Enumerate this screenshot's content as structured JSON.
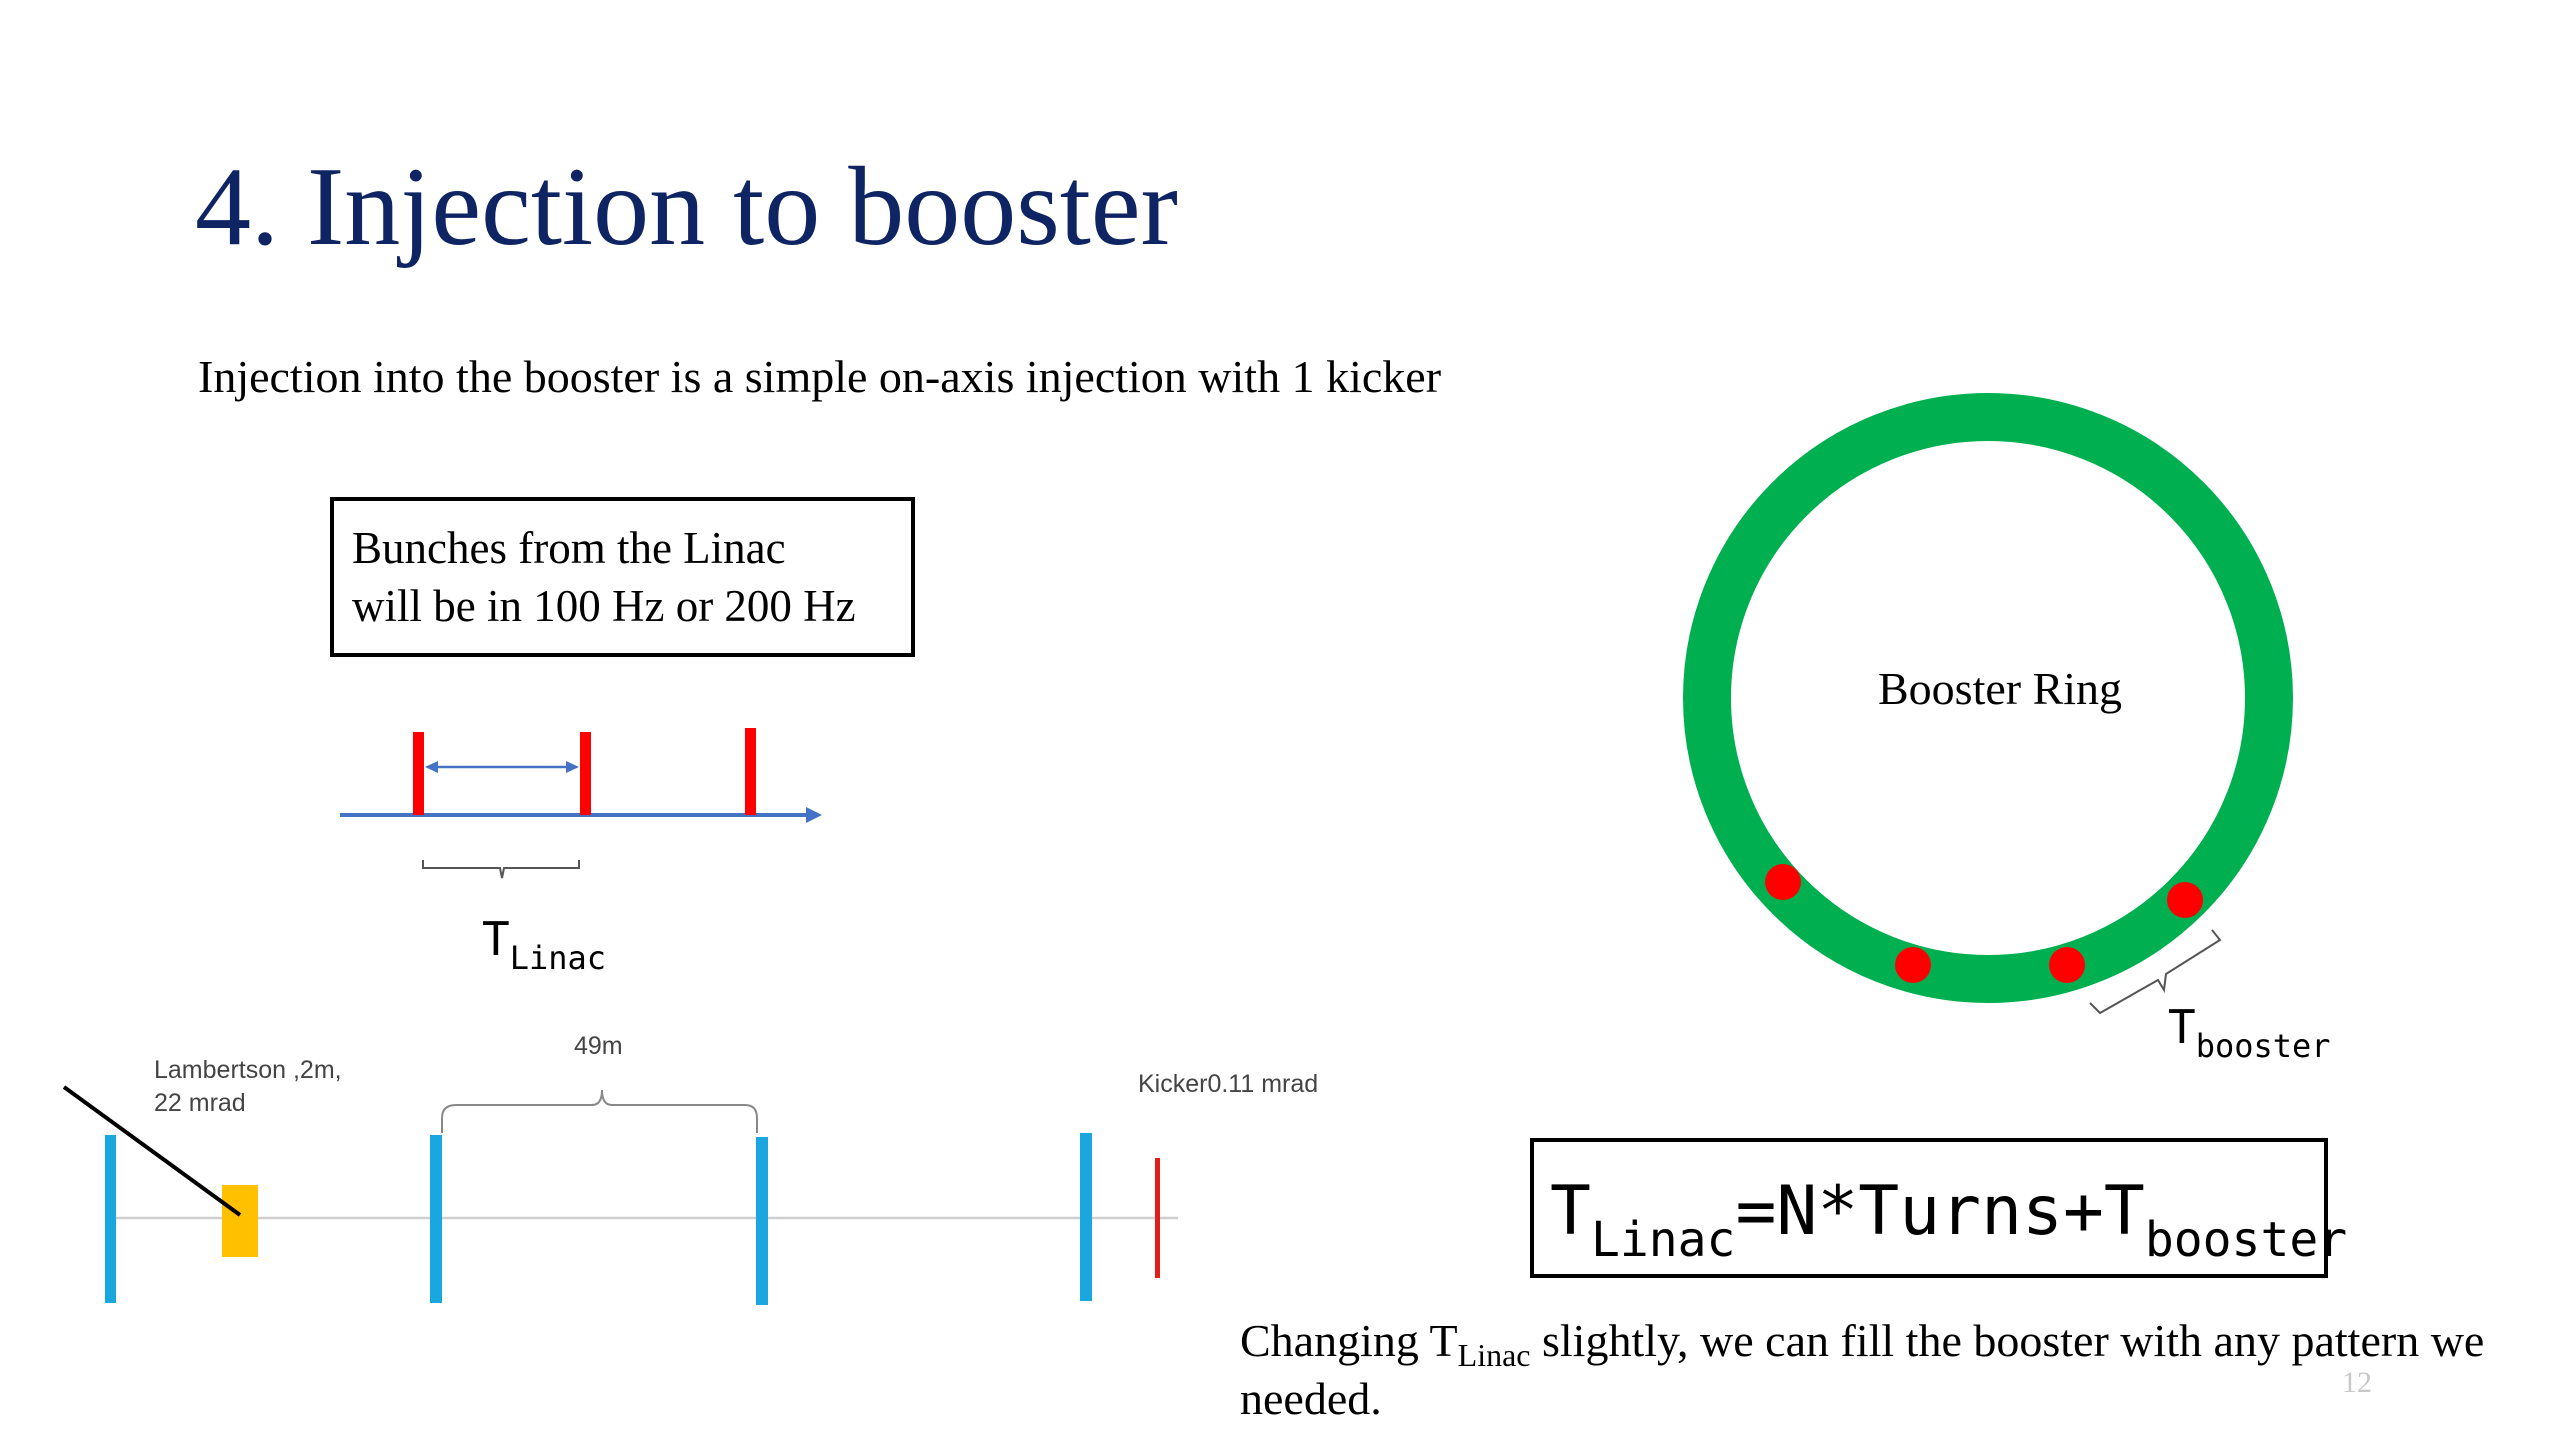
{
  "slide": {
    "title": "4. Injection to booster",
    "subtitle": "Injection into the booster is a simple on-axis injection with 1 kicker",
    "page_number": "12"
  },
  "bunch_box": {
    "line1": "Bunches from the Linac",
    "line2": "will be in 100 Hz or 200 Hz"
  },
  "timeline": {
    "period_label_main": "T",
    "period_label_sub": "Linac"
  },
  "injection_line": {
    "lambertson_line1": "Lambertson ,2m,",
    "lambertson_line2": "22 mrad",
    "distance_label": "49m",
    "kicker_label": "Kicker0.11 mrad"
  },
  "ring": {
    "label": "Booster Ring",
    "period_label_main": "T",
    "period_label_sub": "booster"
  },
  "formula": {
    "t1": "T",
    "t1_sub": "Linac",
    "middle": "=N*Turns+T",
    "t2_sub": "booster"
  },
  "bottom_note": {
    "prefix": "Changing T",
    "sub": "Linac",
    "suffix": " slightly, we can fill the booster with any pattern we needed."
  },
  "colors": {
    "title": "#0f2463",
    "ring": "#00b050",
    "bunch": "#ff0000",
    "element": "#1aa7e0",
    "lambertson": "#ffc000",
    "axis": "#4472c4"
  }
}
